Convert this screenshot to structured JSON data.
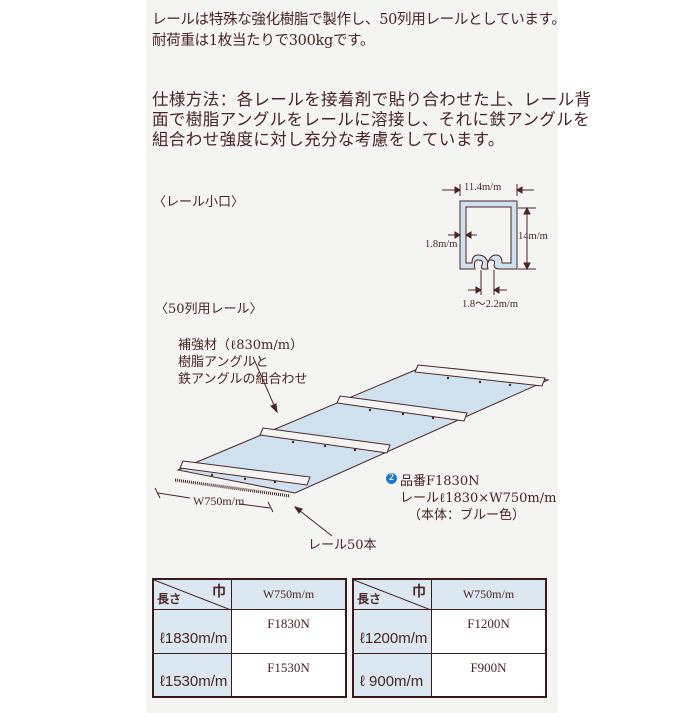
{
  "intro": {
    "line1": "レールは特殊な強化樹脂で製作し、50列用レールとしています。",
    "line2": "耐荷重は1枚当たりで300kgです。"
  },
  "spec": {
    "line1": "仕様方法：各レールを接着剤で貼り合わせた上、レール背",
    "line2": "面で樹脂アングルをレールに溶接し、それに鉄アングルを",
    "line3": "組合わせ強度に対し充分な考慮をしています。"
  },
  "rail_end": {
    "title": "〈レール小口〉",
    "width": "11.4m/m",
    "height": "14m/m",
    "thickness": "1.8m/m",
    "gap": "1.8〜2.2m/m"
  },
  "rail50": {
    "title": "〈50列用レール〉",
    "reinforce_line1": "補強材（ℓ830m/m）",
    "reinforce_line2": "樹脂アングルと",
    "reinforce_line3": "鉄アングルの組合わせ",
    "width_label": "W750m/m",
    "rails_label": "レール50本",
    "badge": "2",
    "product_line1": "品番F1830N",
    "product_line2": "レールℓ1830×W750m/m",
    "product_line3": "（本体：ブルー色）",
    "colors": {
      "panel": "#cfe1ef",
      "line": "#4a2424",
      "badge": "#1f78c8"
    }
  },
  "tables": [
    {
      "header_length": "長さ",
      "header_width": "巾",
      "col": "W750m/m",
      "rows": [
        {
          "length": "ℓ1830m/m",
          "code": "F1830N"
        },
        {
          "length": "ℓ1530m/m",
          "code": "F1530N"
        }
      ]
    },
    {
      "header_length": "長さ",
      "header_width": "巾",
      "col": "W750m/m",
      "rows": [
        {
          "length": "ℓ1200m/m",
          "code": "F1200N"
        },
        {
          "length": "ℓ 900m/m",
          "code": "F900N"
        }
      ]
    }
  ]
}
